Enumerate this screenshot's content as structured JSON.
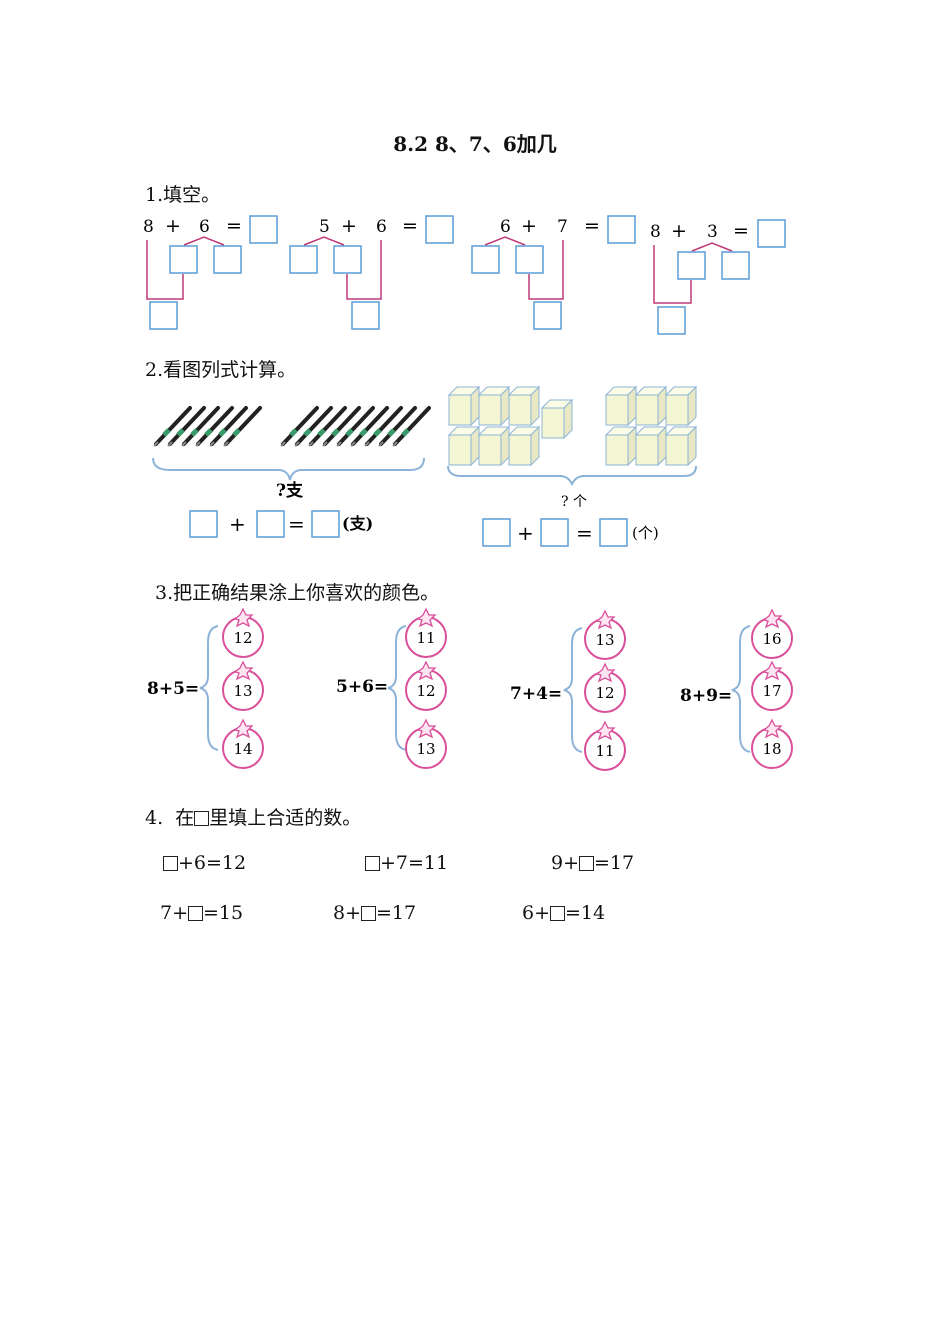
{
  "title": "8.2   8、7、6加几",
  "q1": {
    "heading": "1.填空。",
    "problems": [
      {
        "a": "8",
        "op": "+",
        "b": "6",
        "eq": "="
      },
      {
        "a": "5",
        "op": "+",
        "b": "6",
        "eq": "="
      },
      {
        "a": "6",
        "op": "+",
        "b": "7",
        "eq": "="
      },
      {
        "a": "8",
        "op": "+",
        "b": "3",
        "eq": "="
      }
    ]
  },
  "q2": {
    "heading": "2.看图列式计算。",
    "left": {
      "total": "?支",
      "plus": "+",
      "eq": "=",
      "unit": "(支)",
      "groups": [
        6,
        9
      ]
    },
    "right": {
      "total": "? 个",
      "plus": "+",
      "eq": "=",
      "unit": "(个)"
    }
  },
  "q3": {
    "heading": "3.把正确结果涂上你喜欢的颜色。",
    "groups": [
      {
        "expr": "8+5=",
        "options": [
          "12",
          "13",
          "14"
        ]
      },
      {
        "expr": "5+6=",
        "options": [
          "11",
          "12",
          "13"
        ]
      },
      {
        "expr": "7+4=",
        "options": [
          "13",
          "12",
          "11"
        ]
      },
      {
        "expr": "8+9=",
        "options": [
          "16",
          "17",
          "18"
        ]
      }
    ]
  },
  "q4": {
    "heading_num": "4.",
    "heading_pre": "在",
    "heading_post": "里填上合适的数。",
    "row1": [
      {
        "pre": "",
        "post": "+6=12"
      },
      {
        "pre": "",
        "post": "+7=11"
      },
      {
        "pre": "9+",
        "post": "=17"
      }
    ],
    "row2": [
      {
        "pre": "7+",
        "post": "=15"
      },
      {
        "pre": "8+",
        "post": "=17"
      },
      {
        "pre": "6+",
        "post": "=14"
      }
    ]
  },
  "colors": {
    "box": "#5b9bd5",
    "split": "#c0397a",
    "apple": "#d94f9a",
    "brace": "#8cb4d8",
    "cube": "#f4f5d2",
    "pen_band": "#3a9a6a"
  }
}
